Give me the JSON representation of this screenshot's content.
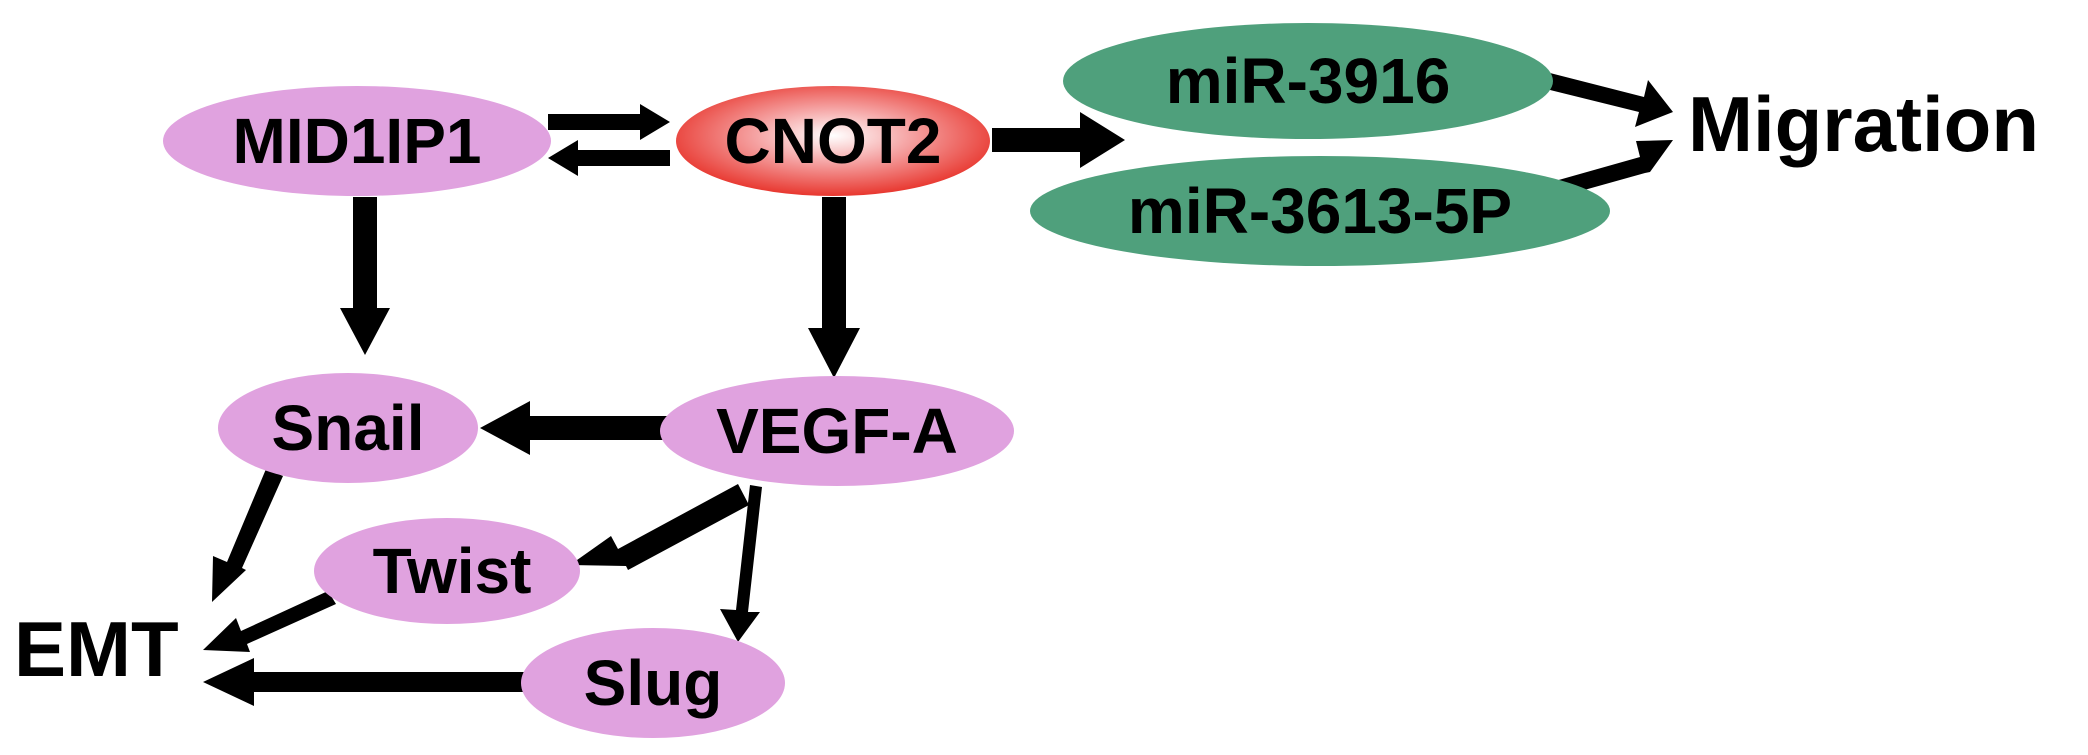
{
  "colors": {
    "pink": "#e0a2df",
    "green": "#4fa07c",
    "red_center": "#ffffff",
    "red_mid": "#f5a3a3",
    "red_edge": "#e8372f",
    "arrow": "#000000",
    "background": "#ffffff"
  },
  "nodes": {
    "mid1ip1": "MID1IP1",
    "cnot2": "CNOT2",
    "mir3916": "miR-3916",
    "mir3613": "miR-3613-5P",
    "snail": "Snail",
    "vegfa": "VEGF-A",
    "twist": "Twist",
    "slug": "Slug"
  },
  "outcomes": {
    "migration": "Migration",
    "emt": "EMT"
  },
  "edges": [
    {
      "from": "MID1IP1",
      "to": "CNOT2"
    },
    {
      "from": "CNOT2",
      "to": "MID1IP1"
    },
    {
      "from": "CNOT2",
      "to": "miR-3916 / miR-3613-5P"
    },
    {
      "from": "miR-3916",
      "to": "Migration"
    },
    {
      "from": "miR-3613-5P",
      "to": "Migration"
    },
    {
      "from": "MID1IP1",
      "to": "Snail"
    },
    {
      "from": "CNOT2",
      "to": "VEGF-A"
    },
    {
      "from": "VEGF-A",
      "to": "Snail"
    },
    {
      "from": "VEGF-A",
      "to": "Twist"
    },
    {
      "from": "VEGF-A",
      "to": "Slug"
    },
    {
      "from": "Snail",
      "to": "EMT"
    },
    {
      "from": "Twist",
      "to": "EMT"
    },
    {
      "from": "Slug",
      "to": "EMT"
    }
  ]
}
